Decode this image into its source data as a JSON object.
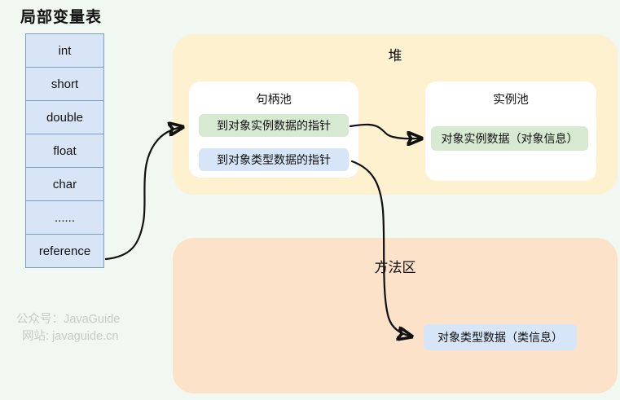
{
  "diagram": {
    "local_variable_table": {
      "title": "局部变量表",
      "cells": [
        "int",
        "short",
        "double",
        "float",
        "char",
        "......",
        "reference"
      ]
    },
    "heap": {
      "title": "堆",
      "handle_pool": {
        "title": "句柄池",
        "items": [
          {
            "label": "到对象实例数据的指针",
            "color": "green"
          },
          {
            "label": "到对象类型数据的指针",
            "color": "blue"
          }
        ]
      },
      "instance_pool": {
        "title": "实例池",
        "items": [
          {
            "label": "对象实例数据（对象信息）",
            "color": "green"
          }
        ]
      }
    },
    "method_area": {
      "title": "方法区",
      "items": [
        {
          "label": "对象类型数据（类信息）",
          "color": "blue"
        }
      ]
    },
    "edges": [
      {
        "from": "local-variable-table-reference-cell",
        "to": "handle-pool"
      },
      {
        "from": "handle-pool-instance-data-pointer",
        "to": "instance-pool-object-instance-data"
      },
      {
        "from": "handle-pool-type-data-pointer",
        "to": "method-area-object-type-data"
      }
    ],
    "watermark": {
      "line1": "公众号：JavaGuide",
      "line2": "网站: javaguide.cn"
    }
  },
  "colors": {
    "bg": "#f0f8f1",
    "heap_bg": "#fdf1cf",
    "method_bg": "#fce2c9",
    "cell_bg": "#d8e5f6",
    "cell_border": "#7e9cc4",
    "green": "#d7e9d1",
    "blue": "#d7e5f8",
    "arrow": "#111111",
    "watermark": "#c6ccc6"
  }
}
